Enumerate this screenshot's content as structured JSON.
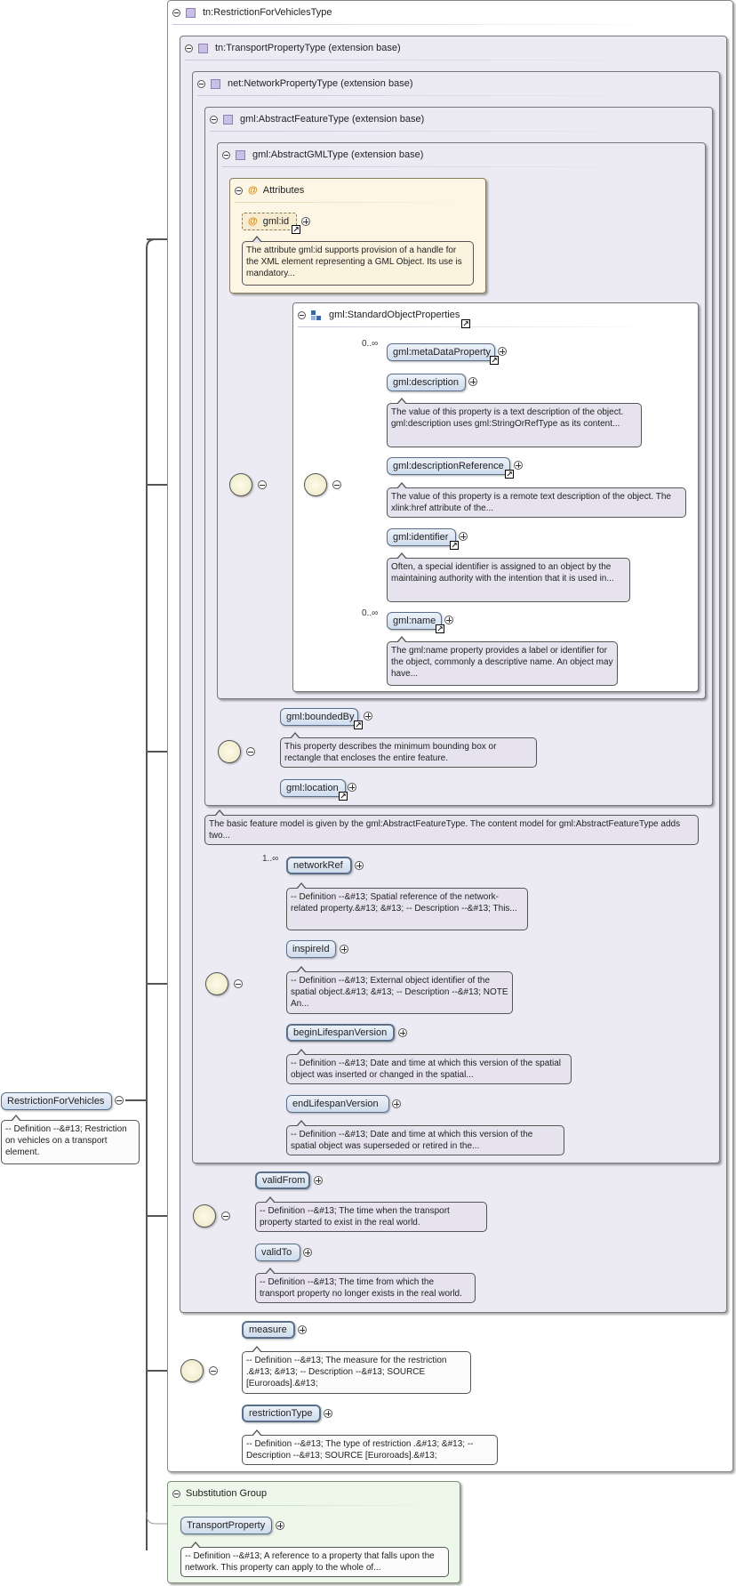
{
  "root_element": {
    "label": "RestrictionForVehicles",
    "doc": "-- Definition --&#13; Restriction on vehicles on a transport element."
  },
  "complex_type": "tn:RestrictionForVehiclesType",
  "bases": {
    "transport_property": "tn:TransportPropertyType (extension base)",
    "network_property": "net:NetworkPropertyType (extension base)",
    "abstract_feature": "gml:AbstractFeatureType (extension base)",
    "abstract_gml": "gml:AbstractGMLType (extension base)"
  },
  "attributes": {
    "title": "Attributes",
    "gml_id": {
      "label": "gml:id",
      "doc": "The attribute gml:id supports provision of a handle for the XML element representing a GML Object. Its use is mandatory..."
    }
  },
  "standard_object_properties": {
    "title": "gml:StandardObjectProperties",
    "items": [
      {
        "label": "gml:metaDataProperty",
        "occurs": "0..∞",
        "doc": ""
      },
      {
        "label": "gml:description",
        "occurs": "",
        "doc": "The value of this property is a text description of the object. gml:description uses gml:StringOrRefType as its content..."
      },
      {
        "label": "gml:descriptionReference",
        "occurs": "",
        "doc": "The value of this property is a remote text description of the object. The xlink:href attribute of the..."
      },
      {
        "label": "gml:identifier",
        "occurs": "",
        "doc": "Often, a special identifier is assigned to an object by the maintaining authority with the intention that it is used in..."
      },
      {
        "label": "gml:name",
        "occurs": "0..∞",
        "doc": "The gml:name property provides a label or identifier for the object, commonly a descriptive name. An object may have..."
      }
    ]
  },
  "feature_props": {
    "bounded_by": {
      "label": "gml:boundedBy",
      "doc": "This property describes the minimum bounding box or rectangle that encloses the entire feature."
    },
    "location": {
      "label": "gml:location"
    }
  },
  "abstract_feature_doc": "The basic feature model is given by the gml:AbstractFeatureType. The content model for gml:AbstractFeatureType adds two...",
  "network_props": [
    {
      "label": "networkRef",
      "occurs": "1..∞",
      "doc": "-- Definition --&#13; Spatial reference of the network-related property.&#13; &#13; -- Description --&#13; This..."
    },
    {
      "label": "inspireId",
      "occurs": "",
      "doc": "-- Definition --&#13; External object identifier of the spatial object.&#13; &#13; -- Description --&#13; NOTE An..."
    },
    {
      "label": "beginLifespanVersion",
      "occurs": "",
      "doc": "-- Definition --&#13; Date and time at which this version of the spatial object was inserted or changed in the spatial..."
    },
    {
      "label": "endLifespanVersion",
      "occurs": "",
      "doc": "-- Definition --&#13; Date and time at which this version of the spatial object was superseded or retired in the..."
    }
  ],
  "transport_props": [
    {
      "label": "validFrom",
      "doc": "-- Definition --&#13; The time when the transport property started to exist in the real world."
    },
    {
      "label": "validTo",
      "doc": "-- Definition --&#13; The time from which the transport property no longer exists in the real world."
    }
  ],
  "restriction_props": [
    {
      "label": "measure",
      "doc": "-- Definition --&#13; The measure for the restriction .&#13; &#13; -- Description --&#13; SOURCE [Euroroads].&#13;"
    },
    {
      "label": "restrictionType",
      "doc": "-- Definition --&#13; The type of restriction .&#13; &#13; -- Description --&#13; SOURCE [Euroroads].&#13;"
    }
  ],
  "substitution_group": {
    "title": "Substitution Group",
    "element": "TransportProperty",
    "doc": "-- Definition --&#13; A reference to a property that falls upon the network. This property can apply to the whole of..."
  },
  "colors": {
    "type_box": "#ecebf3",
    "attributes_box": "#fdf6e4",
    "substitution_box": "#edf7ea",
    "element_fill": "#cfdcec"
  }
}
